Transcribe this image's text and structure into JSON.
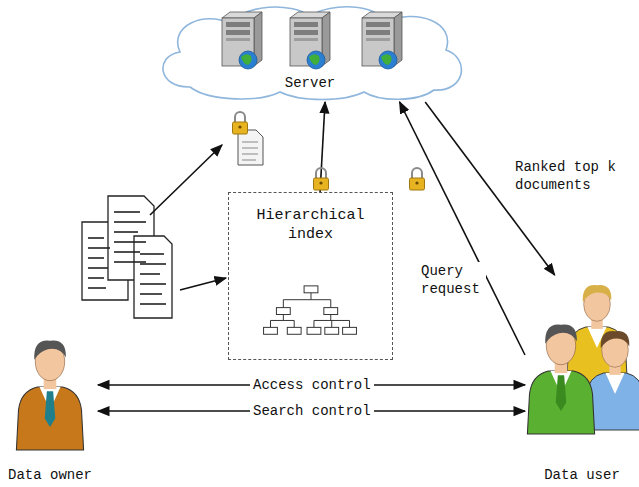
{
  "diagram": {
    "nodes": [
      {
        "text": [
          "Server"
        ]
      },
      {
        "text": [
          "Hierarchical index"
        ]
      },
      {
        "text": [
          "Data owner"
        ]
      },
      {
        "text": [
          "Data user"
        ]
      }
    ],
    "edges": [
      {
        "from": 1,
        "to": 0,
        "arrow": "to"
      },
      {
        "from": 3,
        "to": 0,
        "label": "Query request",
        "arrow": "to"
      },
      {
        "from": 0,
        "to": 3,
        "label": "Ranked top k documents",
        "arrow": "to"
      },
      {
        "from": 2,
        "to": 3,
        "label": "Access control",
        "arrow": "both"
      },
      {
        "from": 2,
        "to": 3,
        "label": "Search control",
        "arrow": "both"
      }
    ]
  }
}
